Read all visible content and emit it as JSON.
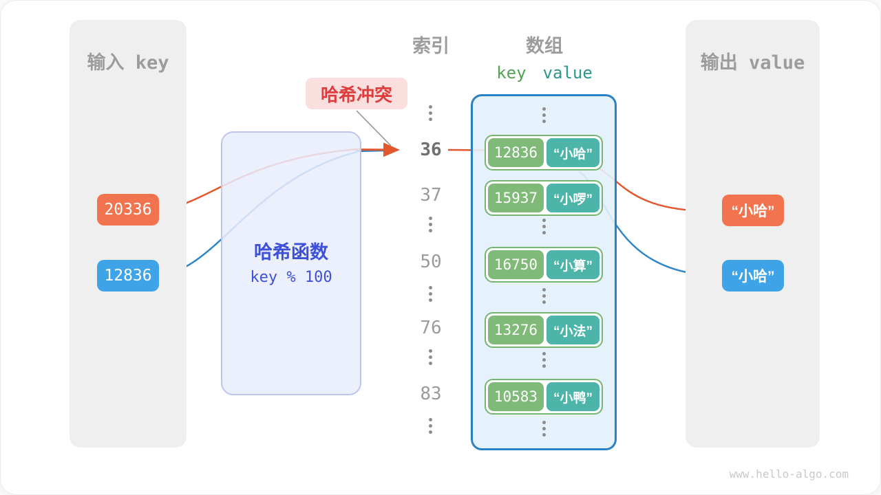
{
  "panels": {
    "input": {
      "title": "输入 key",
      "items": [
        {
          "label": "20336",
          "color": "#F2744E"
        },
        {
          "label": "12836",
          "color": "#3FA3E8"
        }
      ]
    },
    "output": {
      "title": "输出 value",
      "items": [
        {
          "label": "“小哈”",
          "color": "#F2744E"
        },
        {
          "label": "“小哈”",
          "color": "#3FA3E8"
        }
      ]
    }
  },
  "hash_function": {
    "title": "哈希函数",
    "formula": "key % 100"
  },
  "collision_label": "哈希冲突",
  "index_column": {
    "title": "索引",
    "values": [
      "36",
      "37",
      "50",
      "76",
      "83"
    ],
    "highlighted": "36"
  },
  "array": {
    "title": "数组",
    "key_header": "key",
    "value_header": "value",
    "pairs": [
      {
        "key": "12836",
        "value": "“小哈”"
      },
      {
        "key": "15937",
        "value": "“小啰”"
      },
      {
        "key": "16750",
        "value": "“小算”"
      },
      {
        "key": "13276",
        "value": "“小法”"
      },
      {
        "key": "10583",
        "value": "“小鸭”"
      }
    ]
  },
  "watermark": "www.hello-algo.com",
  "colors": {
    "orange_chip": "#F2744E",
    "blue_chip": "#3FA3E8",
    "orange_arrow": "#E2572E",
    "blue_arrow": "#2E86C9",
    "key_box": "#7FBA79",
    "value_box": "#4CB4A9",
    "pair_border": "#74B56F",
    "array_border": "#2A80C5",
    "array_bg": "#E3F1FB",
    "hash_box_bg": "#E9ECFB",
    "hash_box_border": "#BDC4F0",
    "hash_text": "#3C50D8",
    "collision_text": "#E03C3C",
    "collision_bg": "#FBDEDE",
    "panel_bg": "#EFEFEF",
    "heading_gray": "#9C9C9C"
  }
}
